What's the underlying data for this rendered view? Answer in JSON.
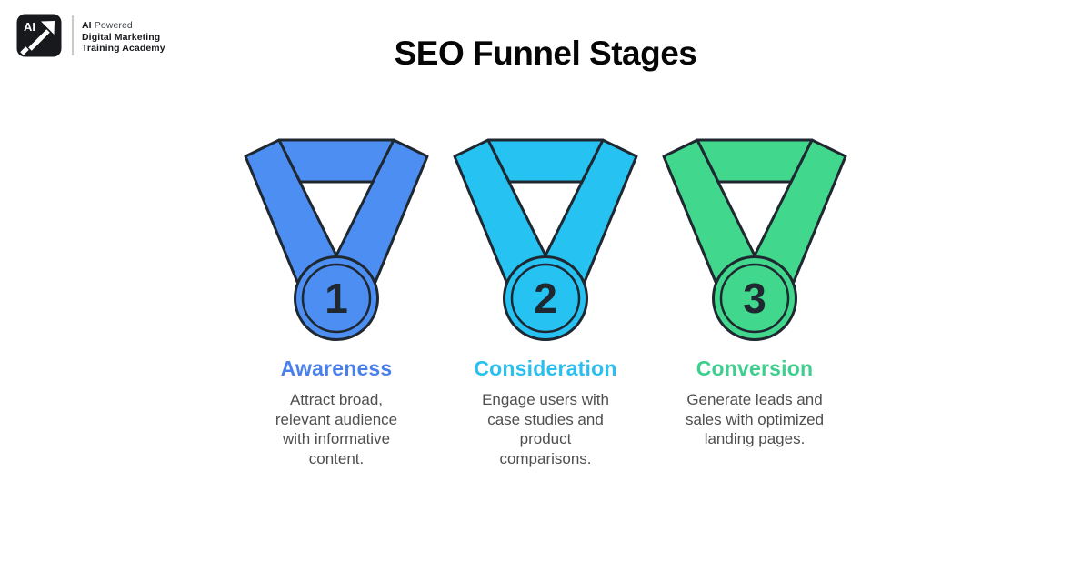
{
  "header": {
    "logo": {
      "badge_text": "AI",
      "line1_bold": "AI",
      "line1_rest": " Powered",
      "line2": "Digital Marketing",
      "line3": "Training Academy"
    },
    "title": "SEO Funnel Stages"
  },
  "stages": [
    {
      "number": "1",
      "name": "Awareness",
      "description": "Attract broad,\nrelevant audience\nwith informative\ncontent.",
      "color": "#4D8EF2",
      "title_color": "#4A80EC"
    },
    {
      "number": "2",
      "name": "Consideration",
      "description": "Engage users with\ncase studies and\nproduct\ncomparisons.",
      "color": "#25C2F2",
      "title_color": "#29BFF0"
    },
    {
      "number": "3",
      "name": "Conversion",
      "description": "Generate leads and\nsales with optimized\nlanding pages.",
      "color": "#41D78C",
      "title_color": "#3ECF8E"
    }
  ],
  "colors": {
    "outline": "#1F2730",
    "body_text": "#4F4F4F",
    "badge_background": "#17191d",
    "badge_foreground": "#ffffff"
  }
}
